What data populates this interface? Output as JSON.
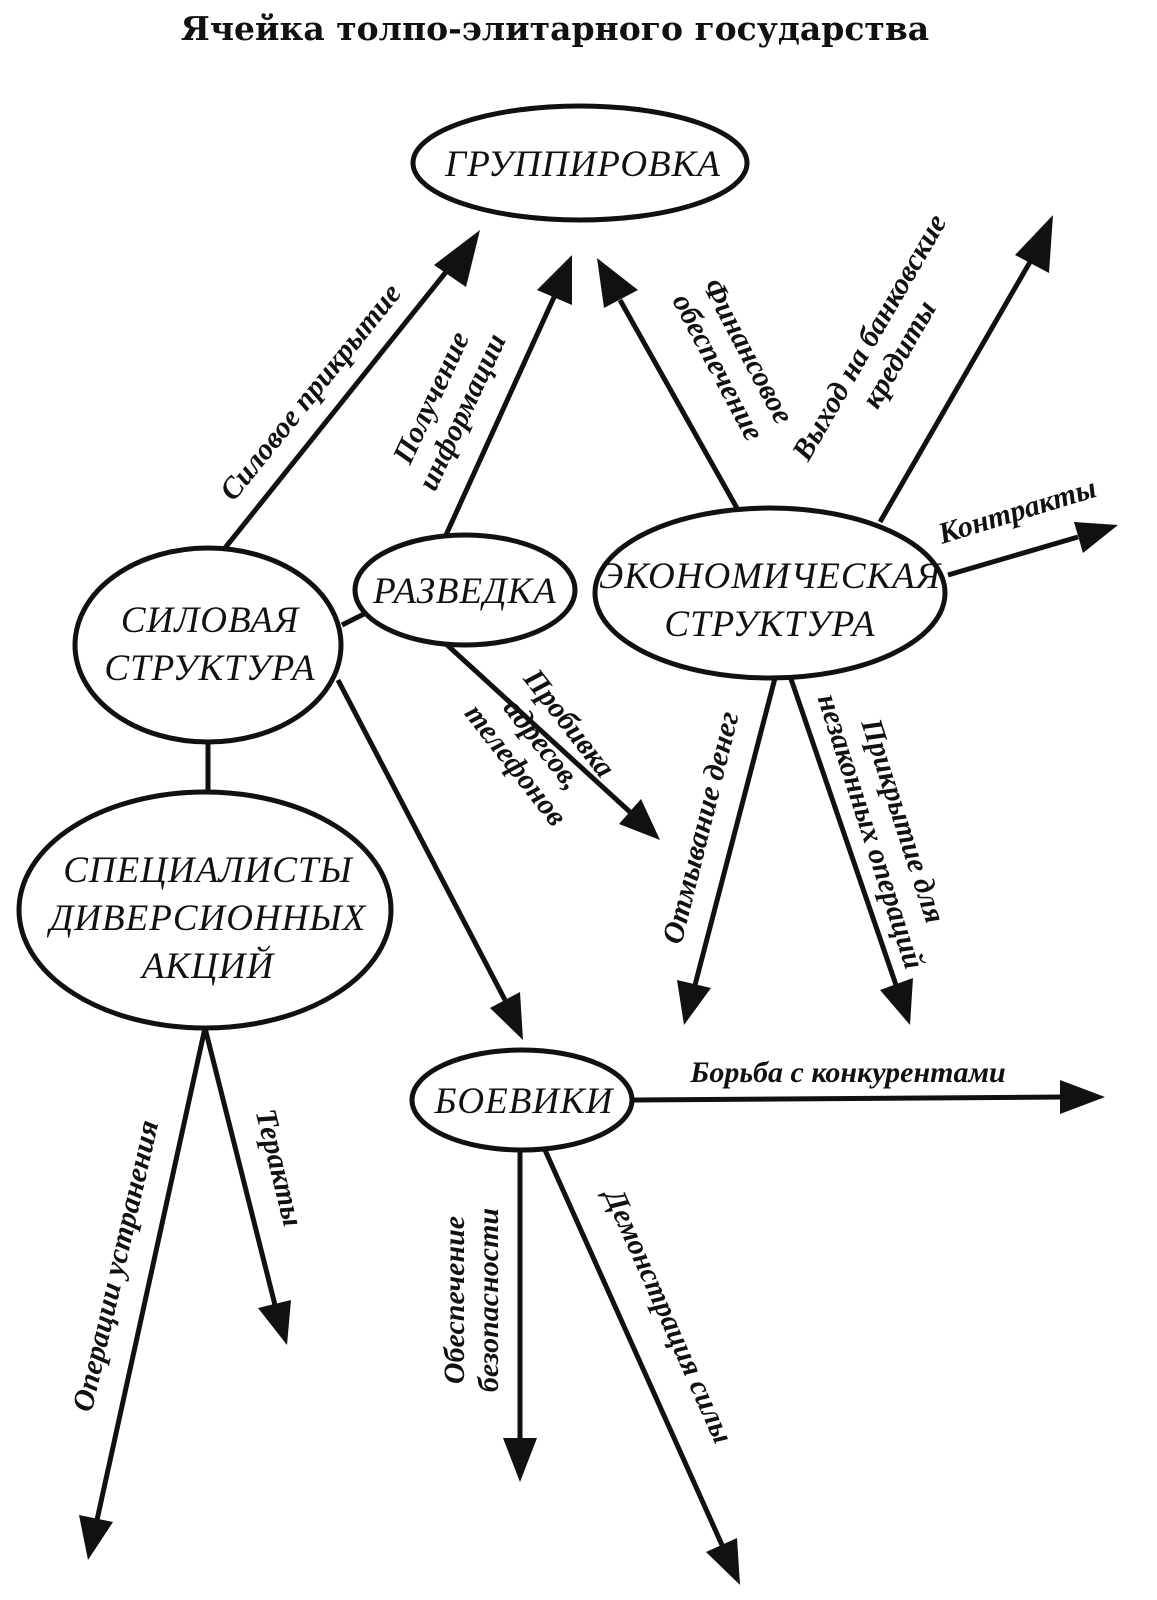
{
  "title": "Ячейка толпо-элитарного государства",
  "nodes": {
    "gruppirovka": [
      "ГРУППИРОВКА"
    ],
    "razvedka": [
      "РАЗВЕДКА"
    ],
    "ekonom": [
      "ЭКОНОМИЧЕСКАЯ",
      "СТРУКТУРА"
    ],
    "silovaya": [
      "СИЛОВАЯ",
      "СТРУКТУРА"
    ],
    "specialisty": [
      "СПЕЦИАЛИСТЫ",
      "ДИВЕРСИОННЫХ",
      "АКЦИЙ"
    ],
    "boeviki": [
      "БОЕВИКИ"
    ]
  },
  "edges": {
    "silovoe": [
      "Силовое прикрытие"
    ],
    "poluchenie": [
      "Получение",
      "информации"
    ],
    "finansovoe": [
      "Финансовое",
      "обеспечение"
    ],
    "vyhod": [
      "Выход на банковские",
      "кредиты"
    ],
    "kontrakty": [
      "Контракты"
    ],
    "probivka": [
      "Пробивка",
      "адресов,",
      "телефонов"
    ],
    "otmyvanie": [
      "Отмывание денег"
    ],
    "prikrytie": [
      "Прикрытие для",
      "незаконных операций"
    ],
    "borba": [
      "Борьба с конкурентами"
    ],
    "operacii": [
      "Операции устранения"
    ],
    "terakty": [
      "Теракты"
    ],
    "obespechenie": [
      "Обеспечение",
      "безопасности"
    ],
    "demonstraciya": [
      "Демонстрация силы"
    ]
  }
}
